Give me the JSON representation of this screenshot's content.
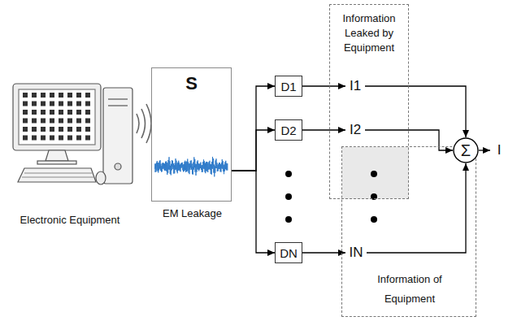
{
  "diagram": {
    "nodes": [
      {
        "text": [
          "S",
          "EM Leakage"
        ]
      },
      {
        "text": [
          "Information Leaked by Equipment"
        ]
      },
      {
        "text": [
          "D1"
        ]
      },
      {
        "text": [
          "D2"
        ]
      },
      {
        "text": [
          "DN"
        ]
      },
      {
        "text": [
          "I1"
        ],
        "in": 1
      },
      {
        "text": [
          "I2"
        ],
        "in": 1
      },
      {
        "text": [
          "Information of Equipment"
        ]
      },
      {
        "text": [
          "IN"
        ],
        "in": 7
      },
      {
        "text": [
          "Σ"
        ]
      },
      {
        "text": [
          "I"
        ]
      }
    ],
    "edges": [
      {
        "from": 0,
        "to": 2,
        "arrow": "to"
      },
      {
        "from": 0,
        "to": 3,
        "arrow": "to"
      },
      {
        "from": 0,
        "to": 4,
        "arrow": "to"
      },
      {
        "from": 2,
        "to": 5,
        "arrow": "to"
      },
      {
        "from": 3,
        "to": 6,
        "arrow": "to"
      },
      {
        "from": 4,
        "to": 8,
        "arrow": "to"
      },
      {
        "from": 5,
        "to": 9,
        "arrow": "to"
      },
      {
        "from": 6,
        "to": 9,
        "arrow": "to"
      },
      {
        "from": 8,
        "to": 9,
        "arrow": "to"
      },
      {
        "from": 9,
        "to": 10,
        "arrow": "to"
      }
    ],
    "labels": [
      "Electronic Equipment"
    ]
  }
}
